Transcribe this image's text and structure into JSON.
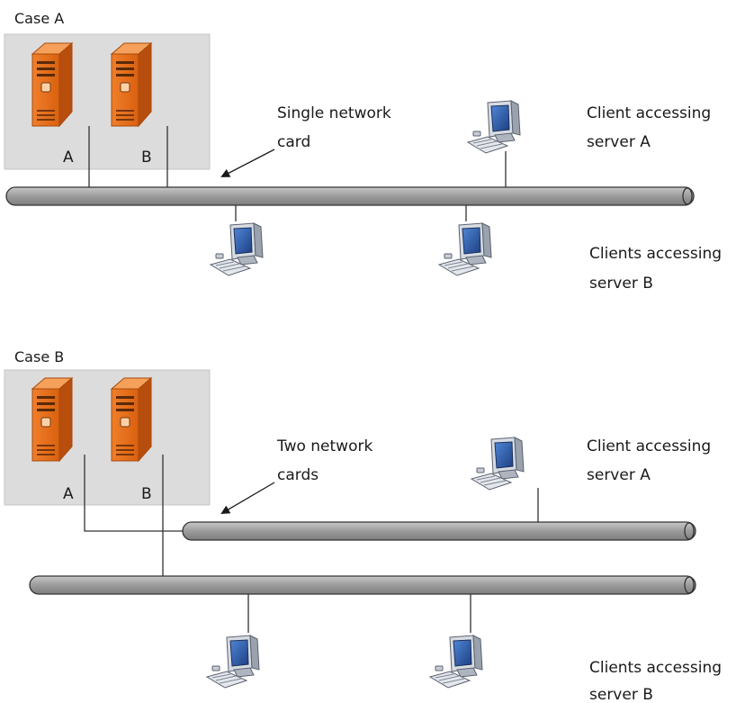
{
  "case_a": {
    "title": "Case A",
    "server_a_label": "A",
    "server_b_label": "B",
    "callout_line1": "Single network",
    "callout_line2": "card",
    "client_a_line1": "Client accessing",
    "client_a_line2": "server A",
    "clients_b_line1": "Clients accessing",
    "clients_b_line2": "server B"
  },
  "case_b": {
    "title": "Case B",
    "server_a_label": "A",
    "server_b_label": "B",
    "callout_line1": "Two network",
    "callout_line2": "cards",
    "client_a_line1": "Client accessing",
    "client_a_line2": "server A",
    "clients_b_line1": "Clients accessing",
    "clients_b_line2": "server B"
  },
  "colors": {
    "server_front": "#e8701f",
    "server_side": "#b84e0d",
    "server_top": "#f6a15b",
    "box_fill": "#dcdcdc",
    "cable_fill": "#a5a5a5",
    "cable_stroke": "#333333",
    "monitor_frame": "#bcc3cc",
    "monitor_screen": "#2b5aa6",
    "keyboard": "#c9ced6"
  }
}
